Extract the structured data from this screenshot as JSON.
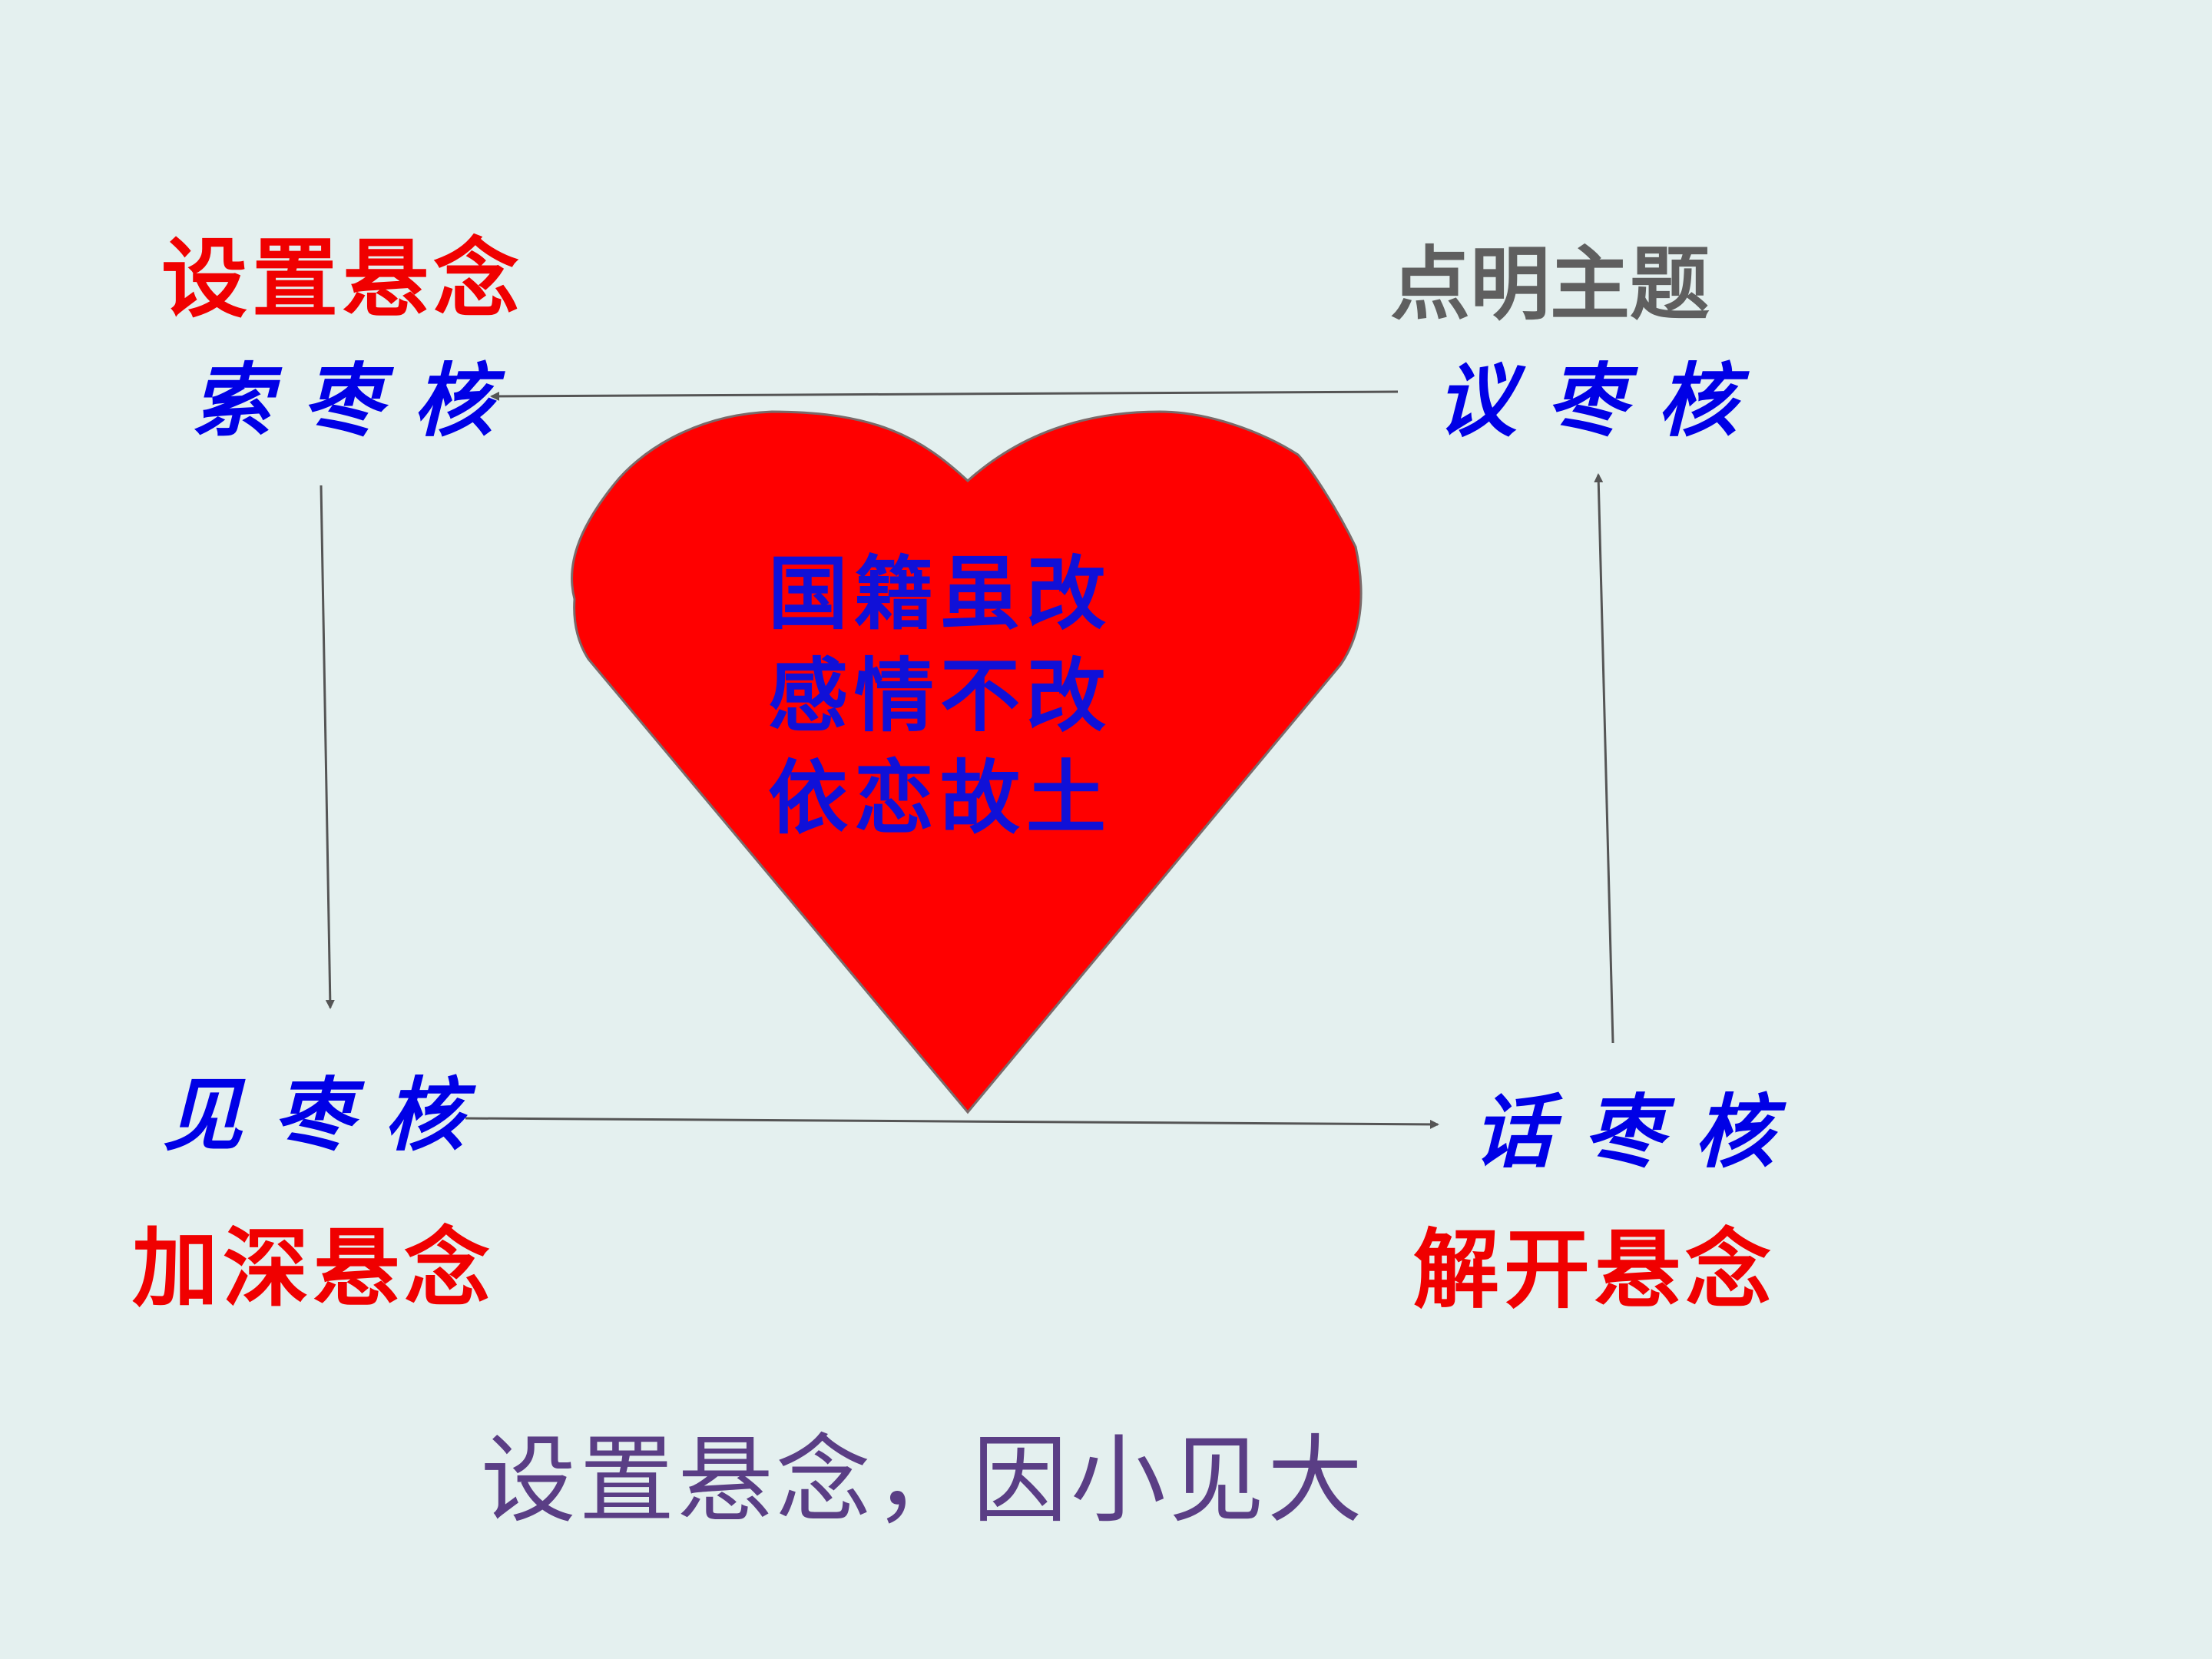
{
  "labels": {
    "top_left_red": "设置悬念",
    "top_left_blue": "索枣核",
    "top_right_gray": "点明主题",
    "top_right_blue": "议枣核",
    "bottom_left_blue": "见枣核",
    "bottom_left_red": "加深悬念",
    "bottom_right_blue": "话枣核",
    "bottom_right_red": "解开悬念"
  },
  "heart": {
    "line1": "国籍虽改",
    "line2": "感情不改",
    "line3": "依恋故土"
  },
  "footer": "设置悬念，因小见大",
  "colors": {
    "background": "#e4f0ef",
    "heart": "#ff0000",
    "red_text": "#f00000",
    "blue_text": "#0000e6",
    "gray_text": "#5f5f5f",
    "footer_text": "#5a3e85",
    "arrow": "#555555"
  }
}
